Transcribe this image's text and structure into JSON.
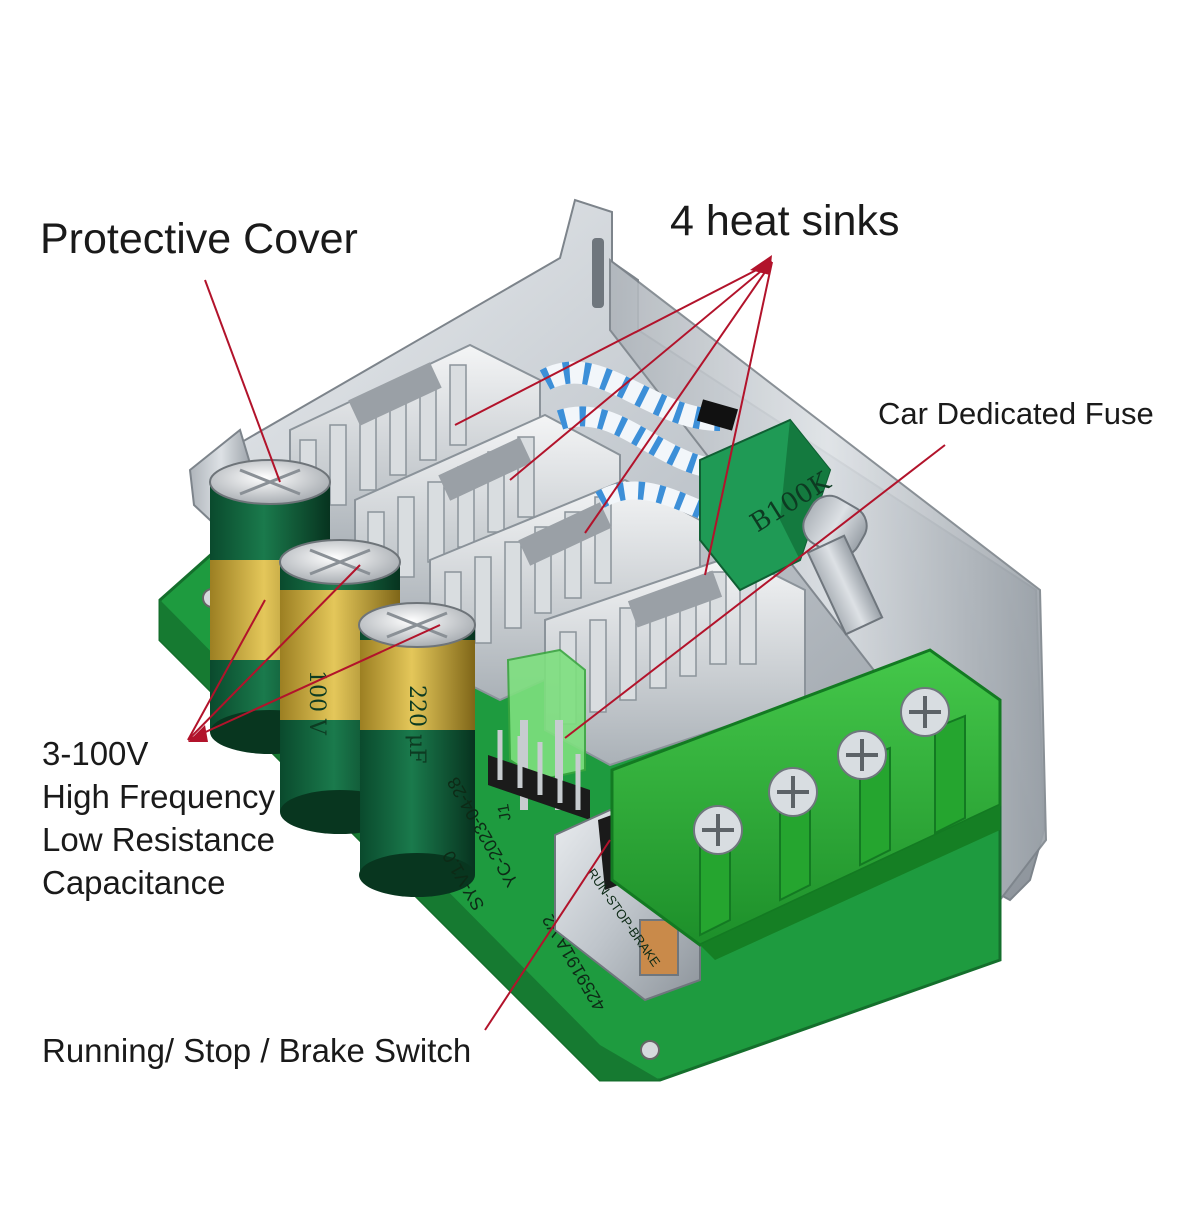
{
  "labels": {
    "protective_cover": "Protective Cover",
    "heat_sinks": "4 heat sinks",
    "fuse": "Car Dedicated Fuse",
    "capacitance": [
      "3-100V",
      "High Frequency",
      "Low Resistance",
      "Capacitance"
    ],
    "switch": "Running/ Stop / Brake Switch"
  },
  "board_markings": {
    "potentiometer": "B100K",
    "capacitor_rating": "220 μF",
    "capacitor_voltage": "100 V",
    "header": "J1",
    "version": "SY-V1.0",
    "date": "YC-2023-04-28",
    "switch_marking": "RUN-STOP-BRAKE",
    "part_number": "4259191A V2"
  },
  "colors": {
    "pcb": "#1e9b3f",
    "terminal": "#2fb535",
    "leader_line": "#b2132b",
    "capacitor_sleeve": "#0f5f3a",
    "capacitor_band": "#c9a633",
    "metal": "#c9ced3"
  }
}
